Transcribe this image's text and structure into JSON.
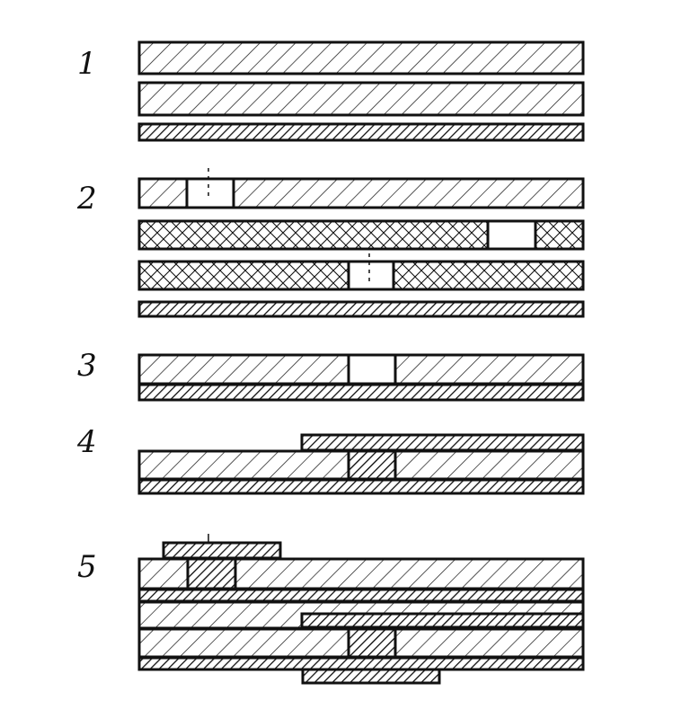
{
  "steps": [
    {
      "label": "1"
    },
    {
      "label": "2"
    },
    {
      "label": "3"
    },
    {
      "label": "4"
    },
    {
      "label": "5"
    }
  ],
  "colors": {
    "ink": "#111111",
    "paper": "#ffffff"
  }
}
